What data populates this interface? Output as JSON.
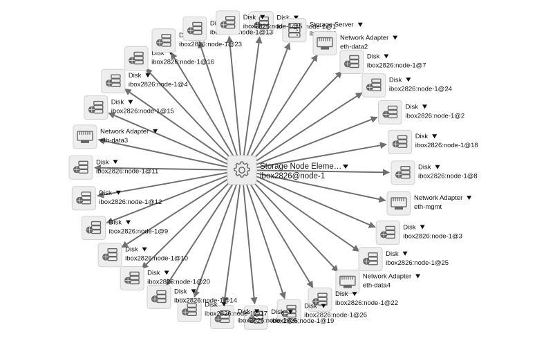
{
  "colors": {
    "edge": "#707070",
    "node_fill": "#eeeeee",
    "node_stroke": "#cfcfcf",
    "icon": "#666666",
    "text": "#111111"
  },
  "center": {
    "type": "Storage Node Eleme…",
    "name": "ibox2826@node-1",
    "icon": "gear-icon"
  },
  "nodes": [
    {
      "type": "Disk",
      "name": "ibox2826:node-1@1",
      "icon": "disk-icon"
    },
    {
      "type": "Storage Server",
      "name": "ibox2826",
      "icon": "server-icon"
    },
    {
      "type": "Network Adapter",
      "name": "eth-data2",
      "icon": "network-adapter-icon"
    },
    {
      "type": "Disk",
      "name": "ibox2826:node-1@7",
      "icon": "disk-icon"
    },
    {
      "type": "Disk",
      "name": "ibox2826:node-1@24",
      "icon": "disk-icon"
    },
    {
      "type": "Disk",
      "name": "ibox2826:node-1@2",
      "icon": "disk-icon"
    },
    {
      "type": "Disk",
      "name": "ibox2826:node-1@18",
      "icon": "disk-icon"
    },
    {
      "type": "Disk",
      "name": "ibox2826:node-1@8",
      "icon": "disk-icon"
    },
    {
      "type": "Network Adapter",
      "name": "eth-mgmt",
      "icon": "network-adapter-icon"
    },
    {
      "type": "Disk",
      "name": "ibox2826:node-1@3",
      "icon": "disk-icon"
    },
    {
      "type": "Disk",
      "name": "ibox2826:node-1@25",
      "icon": "disk-icon"
    },
    {
      "type": "Network Adapter",
      "name": "eth-data4",
      "icon": "network-adapter-icon"
    },
    {
      "type": "Disk",
      "name": "ibox2826:node-1@22",
      "icon": "disk-icon"
    },
    {
      "type": "Disk",
      "name": "ibox2826:node-1@26",
      "icon": "disk-icon"
    },
    {
      "type": "Disk",
      "name": "ibox2826:node-1@19",
      "icon": "disk-icon"
    },
    {
      "type": "Disk",
      "name": "ibox2826:node-1@6",
      "icon": "disk-icon"
    },
    {
      "type": "Disk",
      "name": "ibox2826:node-1@17",
      "icon": "disk-icon"
    },
    {
      "type": "Disk",
      "name": "ibox2826:node-1@14",
      "icon": "disk-icon"
    },
    {
      "type": "Disk",
      "name": "ibox2826:node-1@20",
      "icon": "disk-icon"
    },
    {
      "type": "Disk",
      "name": "ibox2826:node-1@10",
      "icon": "disk-icon"
    },
    {
      "type": "Disk",
      "name": "ibox2826:node-1@9",
      "icon": "disk-icon"
    },
    {
      "type": "Disk",
      "name": "ibox2826:node-1@12",
      "icon": "disk-icon"
    },
    {
      "type": "Disk",
      "name": "ibox2826:node-1@11",
      "icon": "disk-icon"
    },
    {
      "type": "Network Adapter",
      "name": "eth-data3",
      "icon": "network-adapter-icon"
    },
    {
      "type": "Disk",
      "name": "ibox2826:node-1@15",
      "icon": "disk-icon"
    },
    {
      "type": "Disk",
      "name": "ibox2826:node-1@4",
      "icon": "disk-icon"
    },
    {
      "type": "Disk",
      "name": "ibox2826:node-1@16",
      "icon": "disk-icon"
    },
    {
      "type": "Disk",
      "name": "ibox2826:node-1@23",
      "icon": "disk-icon"
    },
    {
      "type": "Disk",
      "name": "ibox2826:node-1@13",
      "icon": "disk-icon"
    },
    {
      "type": "Disk",
      "name": "ibox2826:node-1@5",
      "icon": "disk-icon"
    }
  ]
}
